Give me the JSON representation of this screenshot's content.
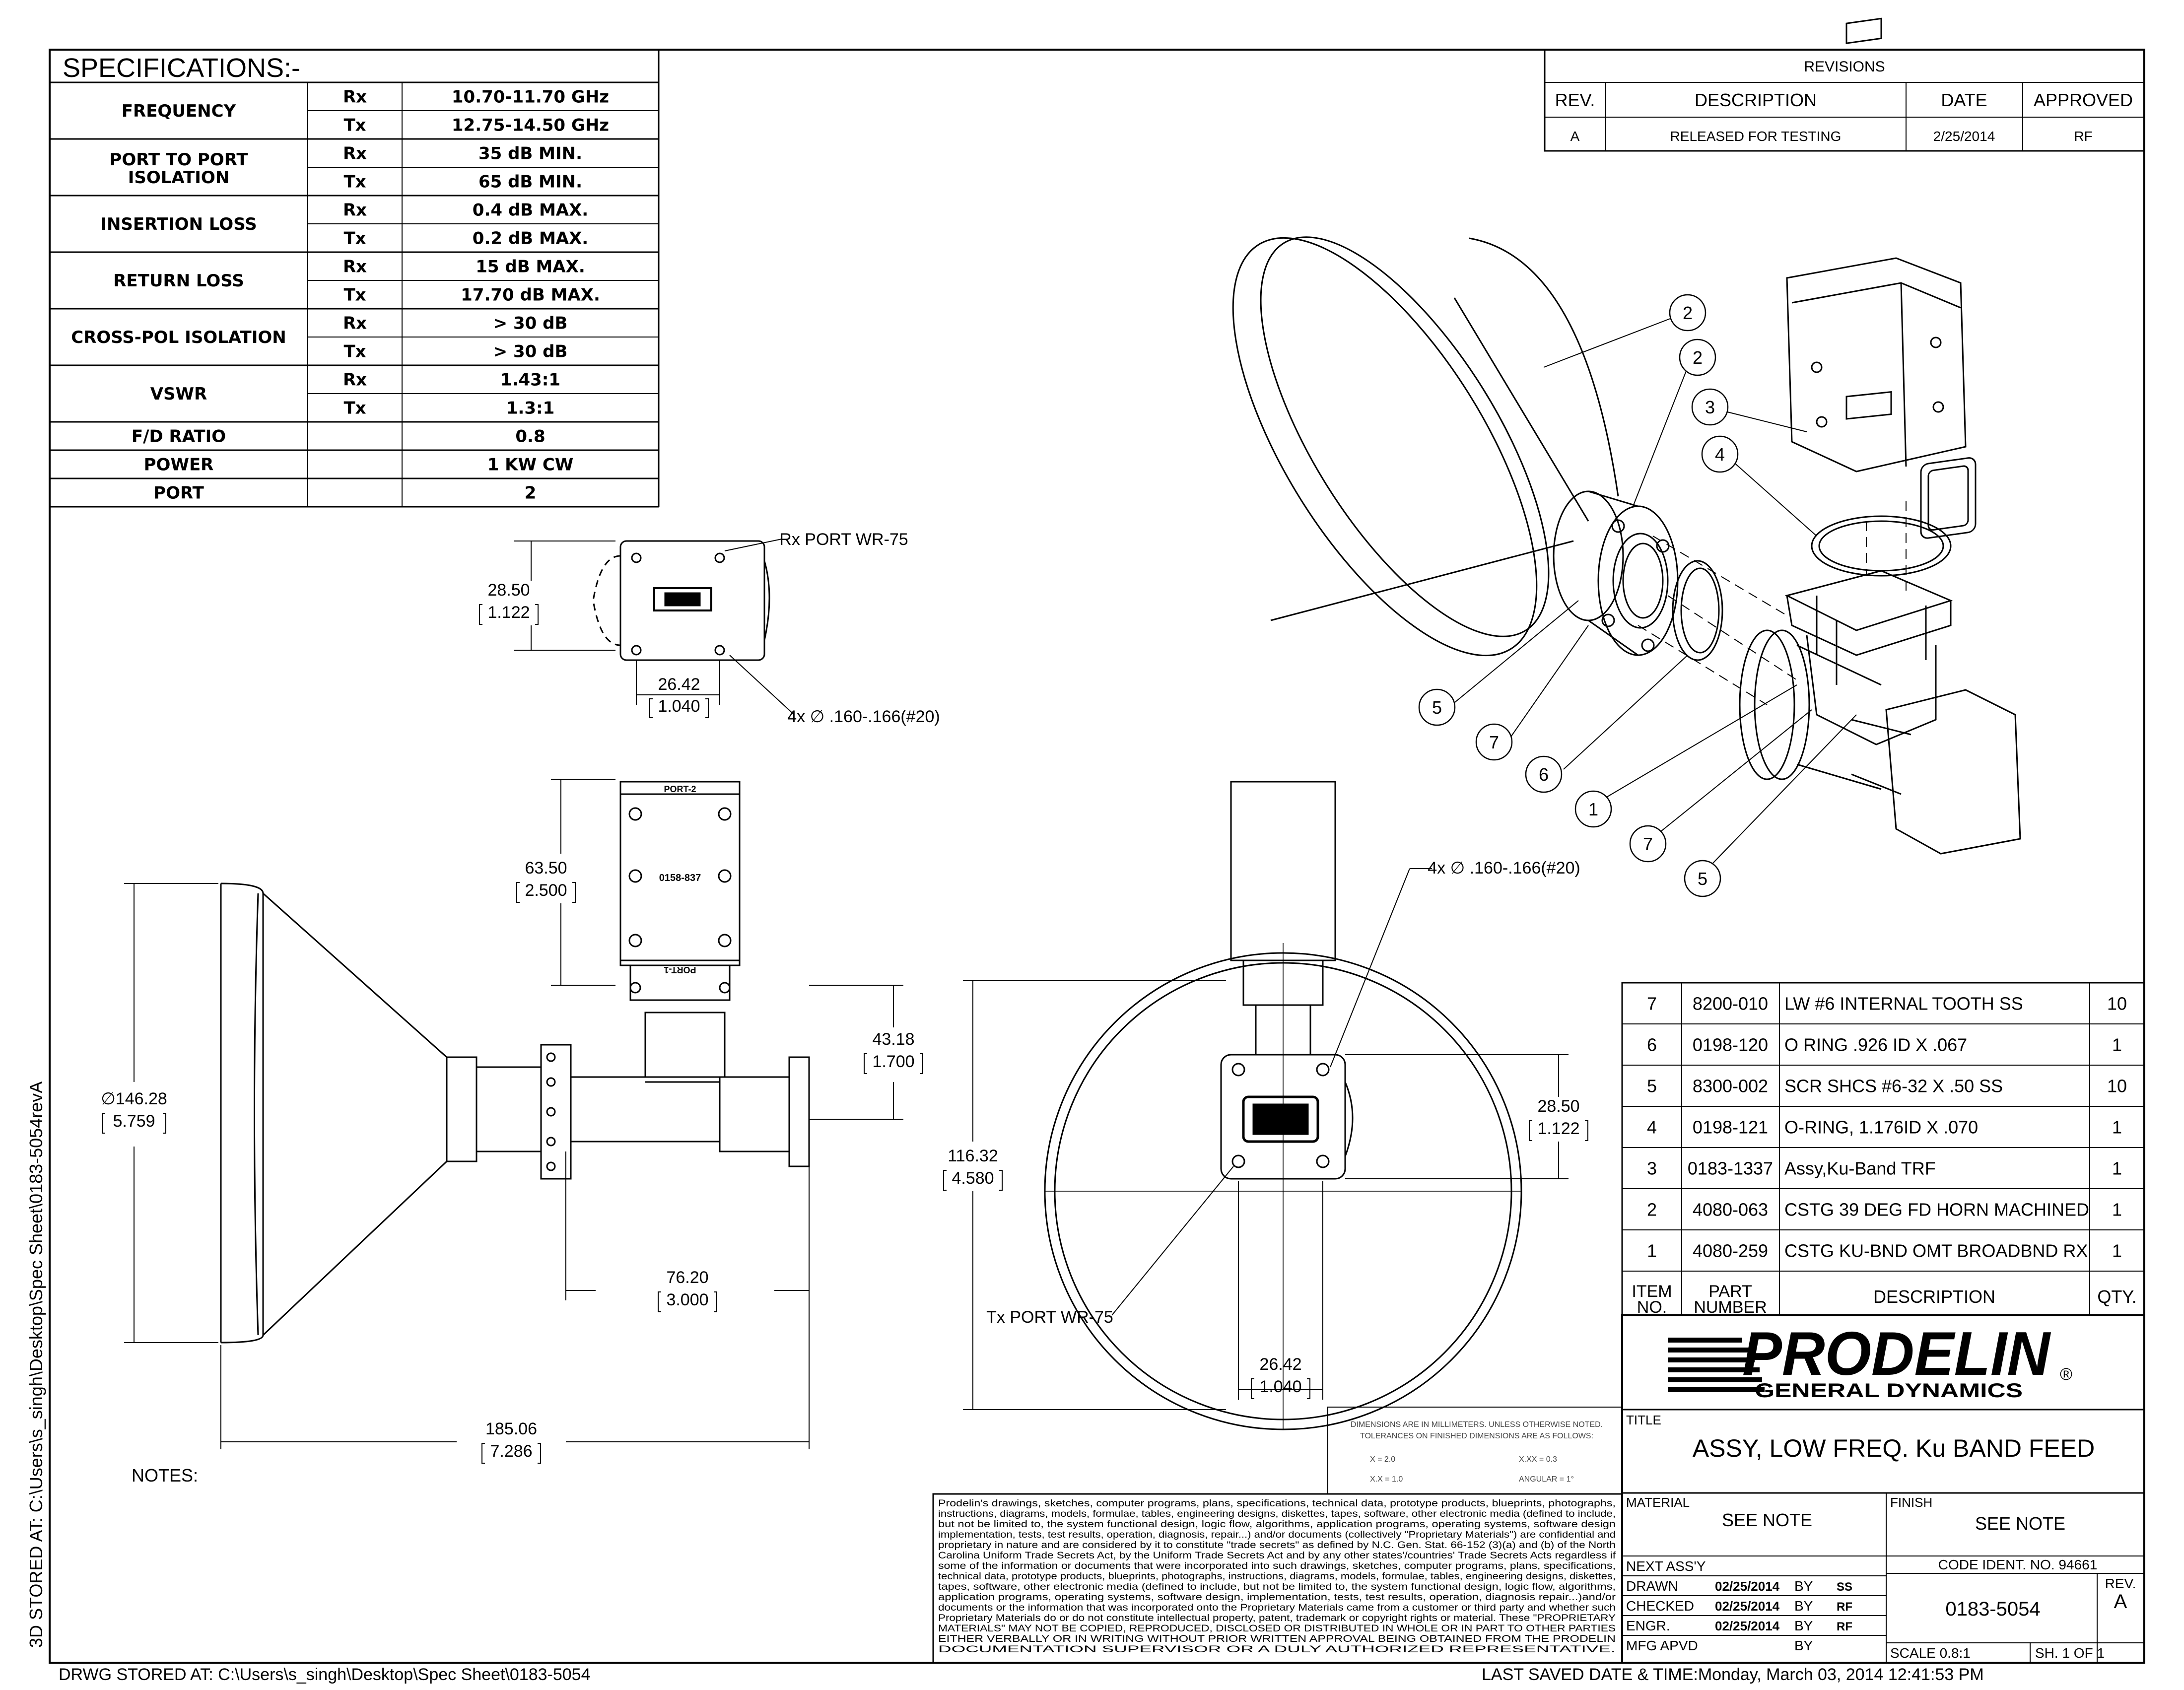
{
  "spec_title": "SPECIFICATIONS:-",
  "specs": [
    {
      "label": "FREQUENCY",
      "rows": [
        [
          "Rx",
          "10.70-11.70 GHz"
        ],
        [
          "Tx",
          "12.75-14.50 GHz"
        ]
      ]
    },
    {
      "label": "PORT TO PORT ISOLATION",
      "label_lines": [
        "PORT TO PORT",
        "ISOLATION"
      ],
      "rows": [
        [
          "Rx",
          "35 dB MIN."
        ],
        [
          "Tx",
          "65 dB MIN."
        ]
      ]
    },
    {
      "label": "INSERTION LOSS",
      "rows": [
        [
          "Rx",
          "0.4 dB MAX."
        ],
        [
          "Tx",
          "0.2 dB MAX."
        ]
      ]
    },
    {
      "label": "RETURN LOSS",
      "rows": [
        [
          "Rx",
          "15 dB MAX."
        ],
        [
          "Tx",
          "17.70 dB MAX."
        ]
      ]
    },
    {
      "label": "CROSS-POL ISOLATION",
      "rows": [
        [
          "Rx",
          "> 30 dB"
        ],
        [
          "Tx",
          "> 30 dB"
        ]
      ]
    },
    {
      "label": "VSWR",
      "rows": [
        [
          "Rx",
          "1.43:1"
        ],
        [
          "Tx",
          "1.3:1"
        ]
      ]
    },
    {
      "label": "F/D RATIO",
      "rows": [
        [
          "",
          "0.8"
        ]
      ]
    },
    {
      "label": "POWER",
      "rows": [
        [
          "",
          "1 KW CW"
        ]
      ]
    },
    {
      "label": "PORT",
      "rows": [
        [
          "",
          "2"
        ]
      ]
    }
  ],
  "revisions": {
    "title": "REVISIONS",
    "headers": [
      "REV.",
      "DESCRIPTION",
      "DATE",
      "APPROVED"
    ],
    "rows": [
      [
        "A",
        "RELEASED FOR TESTING",
        "2/25/2014",
        "RF"
      ]
    ]
  },
  "bom": {
    "rows": [
      [
        "7",
        "8200-010",
        "LW #6 INTERNAL TOOTH SS",
        "10"
      ],
      [
        "6",
        "0198-120",
        "O RING .926 ID X .067",
        "1"
      ],
      [
        "5",
        "8300-002",
        "SCR SHCS #6-32 X .50 SS",
        "10"
      ],
      [
        "4",
        "0198-121",
        "O-RING, 1.176ID X .070",
        "1"
      ],
      [
        "3",
        "0183-1337",
        "Assy,Ku-Band TRF",
        "1"
      ],
      [
        "2",
        "4080-063",
        "CSTG 39 DEG FD HORN MACHINED",
        "1"
      ],
      [
        "1",
        "4080-259",
        "CSTG KU-BND OMT BROADBND RX",
        "1"
      ]
    ],
    "headers": {
      "item": [
        "ITEM",
        "NO."
      ],
      "part": [
        "PART",
        "NUMBER"
      ],
      "desc": "DESCRIPTION",
      "qty": "QTY."
    }
  },
  "title_block": {
    "logo": "PRODELIN",
    "logo_sub": "GENERAL DYNAMICS",
    "reg": "®",
    "title_label": "TITLE",
    "title": "ASSY, LOW FREQ. Ku BAND FEED",
    "material_label": "MATERIAL",
    "material": "SEE NOTE",
    "finish_label": "FINISH",
    "finish": "SEE NOTE",
    "next_assy": "NEXT ASS'Y",
    "code_ident": "CODE IDENT. NO. 94661",
    "drawn": [
      "DRAWN",
      "02/25/2014",
      "BY",
      "SS"
    ],
    "checked": [
      "CHECKED",
      "02/25/2014",
      "BY",
      "RF"
    ],
    "engr": [
      "ENGR.",
      "02/25/2014",
      "BY",
      "RF"
    ],
    "mfg": [
      "MFG APVD",
      "",
      "BY",
      ""
    ],
    "drawing_no": "0183-5054",
    "rev_label": "REV.",
    "rev": "A",
    "scale": "SCALE   0.8:1",
    "sheet": "SH.  1   OF   1"
  },
  "tolerance": {
    "line1": "DIMENSIONS ARE IN MILLIMETERS. UNLESS OTHERWISE NOTED.",
    "line2": "TOLERANCES ON FINISHED DIMENSIONS ARE AS FOLLOWS:",
    "x": "X = 2.0",
    "xxx": "X.XX = 0.3",
    "xx": "X.X = 1.0",
    "angular": "ANGULAR = 1°"
  },
  "legal_lines": [
    "Prodelin's drawings, sketches, computer programs, plans, specifications, technical data, prototype products, blueprints, photographs,",
    "instructions, diagrams, models, formulae, tables, engineering designs, diskettes, tapes, software, other electronic media (defined to include,",
    "but not be limited to, the system functional design, logic flow, algorithms, application programs, operating systems, software design",
    "implementation, tests, test results, operation, diagnosis, repair...) and/or documents (collectively \"Proprietary Materials\") are confidential and",
    "proprietary in nature and are considered by it to constitute \"trade secrets\" as defined by N.C. Gen. Stat. 66-152 (3)(a) and (b) of the North",
    "Carolina Uniform Trade Secrets Act, by the Uniform Trade Secrets Act and by any other states'/countries' Trade Secrets Acts regardless if",
    "some of the information or documents that were incorporated into such drawings, sketches, computer programs, plans, specifications,",
    "technical data, prototype products, blueprints, photographs, instructions, diagrams, models, formulae, tables, engineering designs, diskettes,",
    "tapes, software, other electronic media (defined to include, but not be limited to, the system functional design, logic flow, algorithms,",
    "application programs, operating systems, software design, implementation, tests, test results, operation, diagnosis repair...)and/or",
    "documents or the information that was incorporated onto the Proprietary Materials came from a customer or third party and whether such",
    "Proprietary Materials do or do not constitute intellectual property, patent, trademark or copyright rights or material.  These \"PROPRIETARY",
    "MATERIALS\" MAY NOT BE COPIED, REPRODUCED, DISCLOSED OR DISTRIBUTED IN WHOLE OR IN PART TO OTHER PARTIES",
    "EITHER VERBALLY OR IN WRITING WITHOUT PRIOR WRITTEN APPROVAL BEING OBTAINED FROM THE PRODELIN",
    "DOCUMENTATION SUPERVISOR OR A DULY AUTHORIZED REPRESENTATIVE."
  ],
  "notes_label": "NOTES:",
  "footer_left": "DRWG STORED AT: C:\\Users\\s_singh\\Desktop\\Spec Sheet\\0183-5054",
  "footer_right": "LAST SAVED DATE & TIME:Monday, March 03, 2014 12:41:53 PM",
  "side_text": "3D STORED AT: C:\\Users\\s_singh\\Desktop\\Spec Sheet\\0183-5054revA",
  "dims": {
    "rx_port": "Rx PORT WR-75",
    "tx_port": "Tx PORT WR-75",
    "d1": "28.50",
    "d1b": "1.122",
    "d2": "26.42",
    "d2b": "1.040",
    "holes": "4x ∅ .160-.166(#20)",
    "d3": "63.50",
    "d3b": "2.500",
    "d4": "43.18",
    "d4b": "1.700",
    "d5": "∅146.28",
    "d5b": "5.759",
    "d6": "76.20",
    "d6b": "3.000",
    "d7": "185.06",
    "d7b": "7.286",
    "d8": "116.32",
    "d8b": "4.580",
    "d9": "28.50",
    "d9b": "1.122",
    "d10": "26.42",
    "d10b": "1.040",
    "holes2": "4x ∅ .160-.166(#20)",
    "port1": "PORT-1",
    "port2": "PORT-2",
    "part_mark": "0158-837"
  },
  "balloons": [
    "2",
    "2",
    "3",
    "4",
    "5",
    "7",
    "6",
    "1",
    "7",
    "5"
  ]
}
